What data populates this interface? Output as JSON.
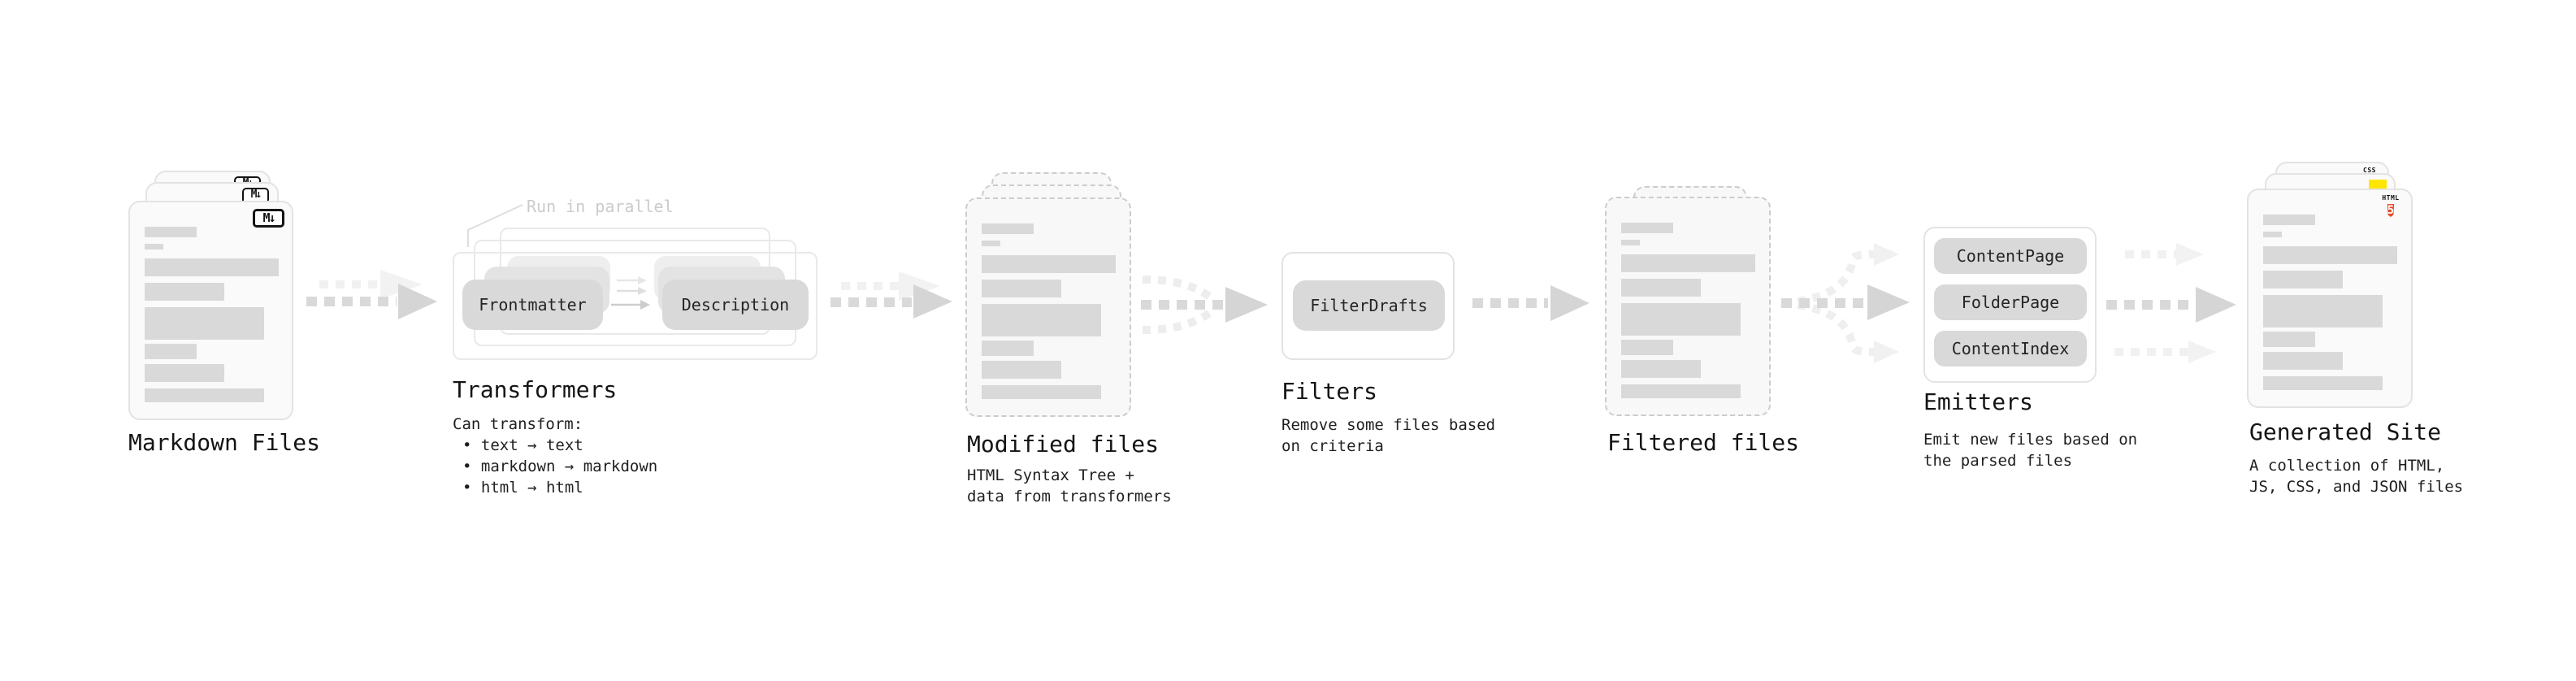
{
  "colors": {
    "arrow_gray": "#d5d5d5",
    "arrow_light": "#f1f1f1",
    "pill_bg": "#d9d9d9",
    "card_bg": "#fafafa",
    "placeholder_bar": "#d9d9d9",
    "annotation_text": "#cbcbcb",
    "text": "#1f1f1f",
    "html5_orange": "#e44d26",
    "js_yellow": "#ffe600",
    "css_blue": "#2e6cf6"
  },
  "stages": {
    "markdown_files": {
      "label": "Markdown Files",
      "icon_label": "M↓"
    },
    "transformers": {
      "title": "Transformers",
      "annotation": "Run in parallel",
      "pill_a": "Frontmatter",
      "pill_b": "Description",
      "note_heading": "Can transform:",
      "notes": [
        "• text → text",
        "• markdown → markdown",
        "• html → html"
      ]
    },
    "modified_files": {
      "label": "Modified files",
      "description": "HTML Syntax Tree +\ndata from transformers"
    },
    "filters": {
      "title": "Filters",
      "pill": "FilterDrafts",
      "description": "Remove some files based\non criteria"
    },
    "filtered_files": {
      "label": "Filtered files"
    },
    "emitters": {
      "title": "Emitters",
      "pills": [
        "ContentPage",
        "FolderPage",
        "ContentIndex"
      ],
      "description": "Emit new files based on\nthe parsed files"
    },
    "generated_site": {
      "label": "Generated Site",
      "description": "A collection of HTML,\nJS, CSS, and JSON files",
      "css_icon_label": "CSS",
      "html_icon_label": "HTML",
      "html_icon_number": "5"
    }
  }
}
